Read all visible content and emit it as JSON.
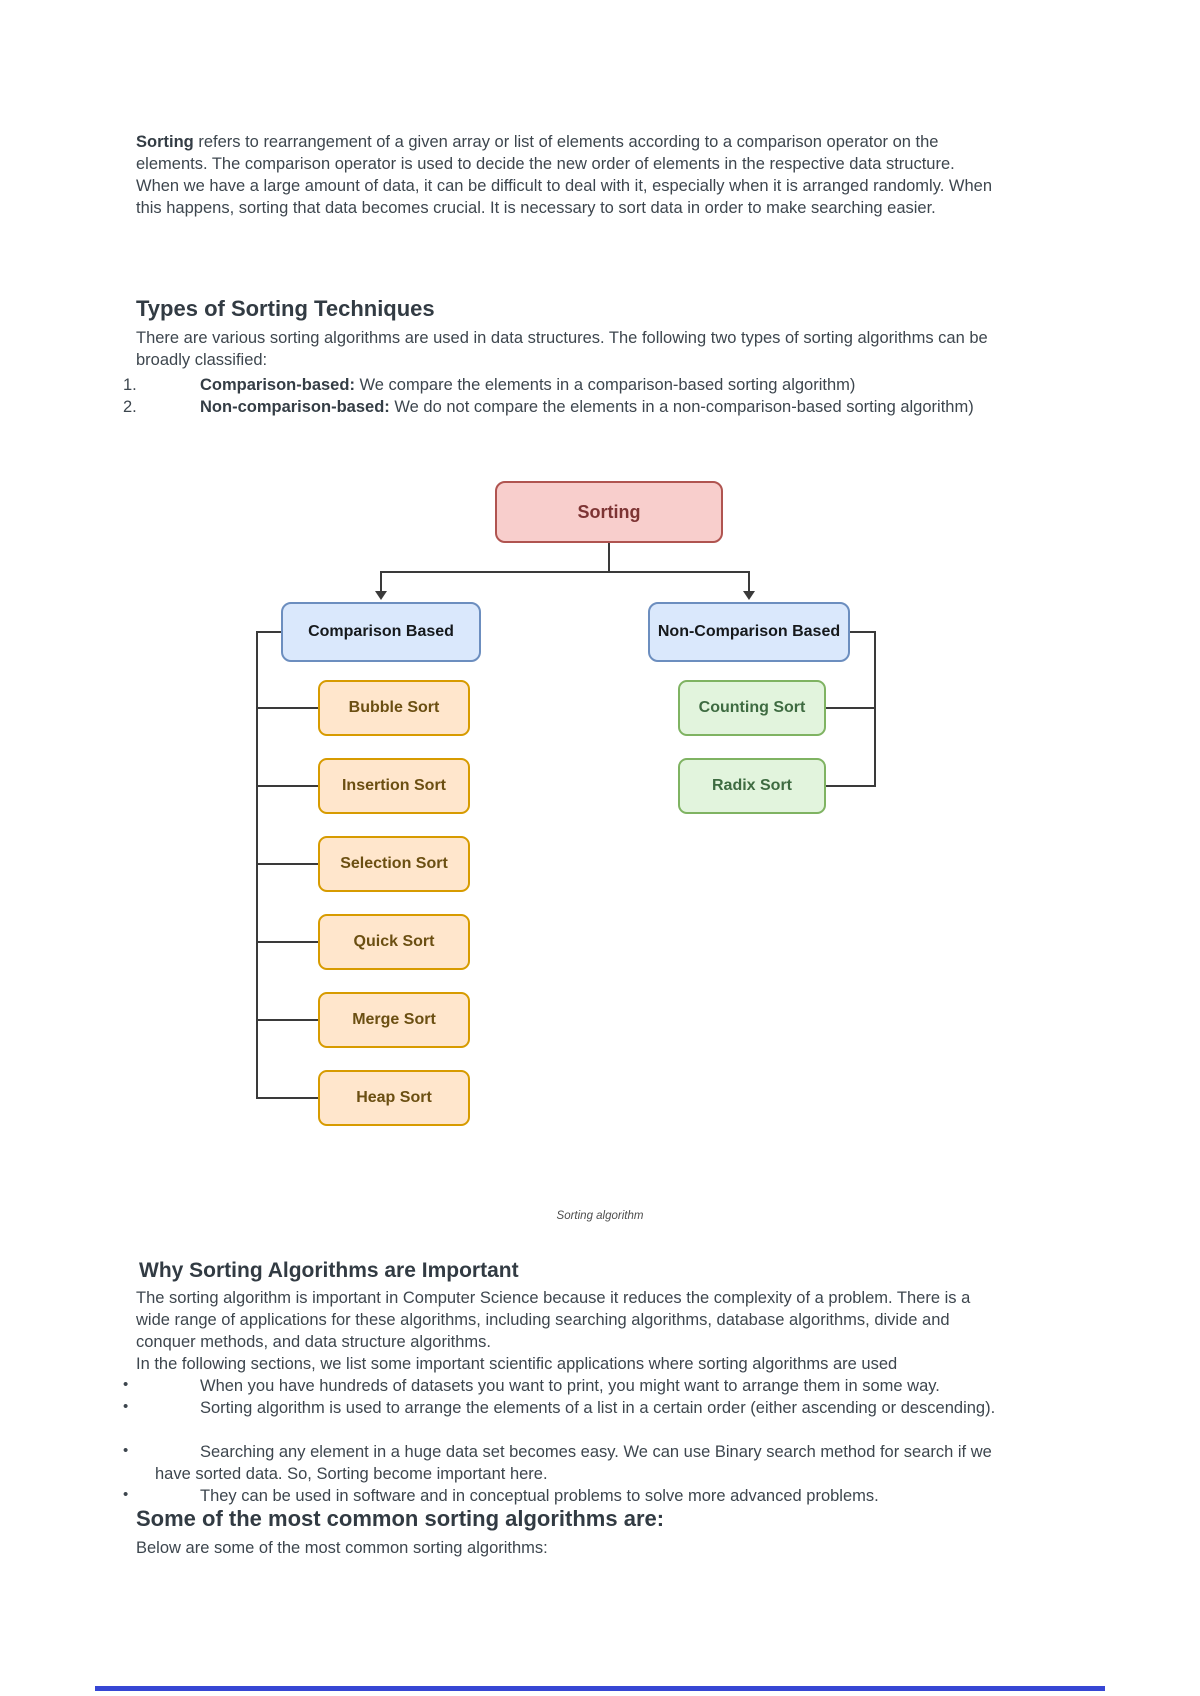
{
  "intro": {
    "lead_bold": "Sorting",
    "lead_rest": " refers to rearrangement of a given array or list of elements according to a comparison operator on the elements. The comparison operator is used to decide the new order of elements in the respective data structure.",
    "para2": "When we have a large amount of data, it can be difficult to deal with it, especially when it is arranged randomly. When this happens, sorting that data becomes crucial. It is necessary to sort data in order to make searching easier."
  },
  "types": {
    "heading": "Types of Sorting Techniques",
    "intro": "There are various sorting algorithms are used in data structures. The following two types of sorting algorithms can be broadly classified:",
    "items": [
      {
        "number": "1.",
        "term": "Comparison-based:",
        "desc": " We compare the elements in a comparison-based sorting algorithm)"
      },
      {
        "number": "2.",
        "term": "Non-comparison-based:",
        "desc": " We do not compare the elements in a non-comparison-based sorting algorithm)"
      }
    ]
  },
  "diagram": {
    "caption": "Sorting algorithm",
    "root_label": "Sorting",
    "branches": [
      {
        "label": "Comparison Based",
        "children": [
          "Bubble Sort",
          "Insertion Sort",
          "Selection Sort",
          "Quick Sort",
          "Merge Sort",
          "Heap Sort"
        ]
      },
      {
        "label": "Non-Comparison Based",
        "children": [
          "Counting Sort",
          "Radix Sort"
        ]
      }
    ],
    "palette": {
      "red": {
        "fill": "#f8cecc",
        "border": "#b05450",
        "text": "#7d3434"
      },
      "blue": {
        "fill": "#dae8fc",
        "border": "#6c8ebf",
        "text": "#16191c"
      },
      "orange": {
        "fill": "#ffe6cc",
        "border": "#d79b00",
        "text": "#6b4f12"
      },
      "green": {
        "fill": "#e2f4dd",
        "border": "#7fb362",
        "text": "#3e6b41"
      }
    },
    "line_color": "#3a3a3a"
  },
  "why": {
    "heading": "Why Sorting Algorithms are Important",
    "para": "The sorting algorithm is important in Computer Science because it reduces the complexity of a problem. There is a wide range of applications for these algorithms, including searching algorithms, database algorithms, divide and conquer methods, and data structure algorithms.",
    "para2": "In the following sections, we list some important scientific applications where sorting algorithms are used",
    "bullet_char": "•",
    "bullets": [
      "When you have hundreds of datasets you want to print, you might want to arrange them in some way.",
      "Sorting algorithm is used to arrange the elements of a list in a certain order (either ascending or descending).",
      "Searching any element in a huge data set becomes easy. We can use Binary search method for search if we have sorted data. So, Sorting become important here.",
      "They can be used in software and in conceptual problems to solve more advanced problems."
    ]
  },
  "common": {
    "heading": "Some of the most common sorting algorithms are:",
    "para": "Below are some of the most common sorting algorithms:"
  },
  "footer": {
    "bar_color": "#3646d4"
  }
}
